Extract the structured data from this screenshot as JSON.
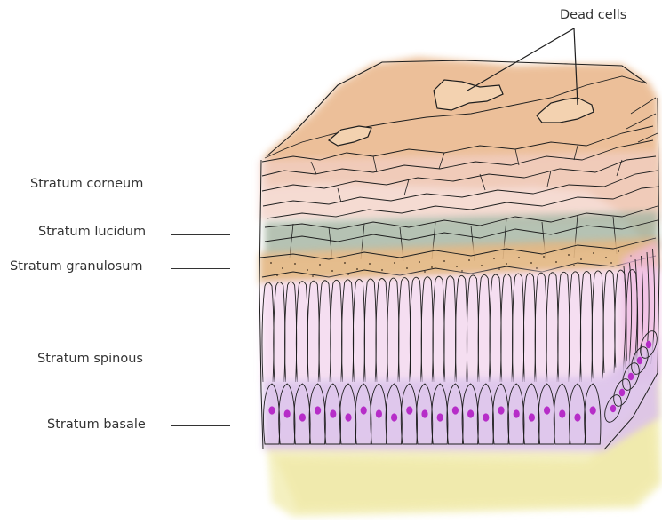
{
  "figure": {
    "labels": {
      "dead_cells": "Dead cells",
      "stratum_corneum": "Stratum corneum",
      "stratum_lucidum": "Stratum lucidum",
      "stratum_granulosum": "Stratum granulosum",
      "stratum_spinous": "Stratum spinous",
      "stratum_basale": "Stratum basale"
    },
    "colors": {
      "dead_cell_surface": "#eab98f",
      "corneum": "#f2cfc4",
      "lucidum": "#a9b8a6",
      "granulosum": "#e3b681",
      "spinous": "#f4d9ef",
      "basale": "#dcc2ea",
      "nucleus": "#b62dc8",
      "base_layer": "#f3eeb6",
      "outline": "#1e1e1e"
    }
  }
}
